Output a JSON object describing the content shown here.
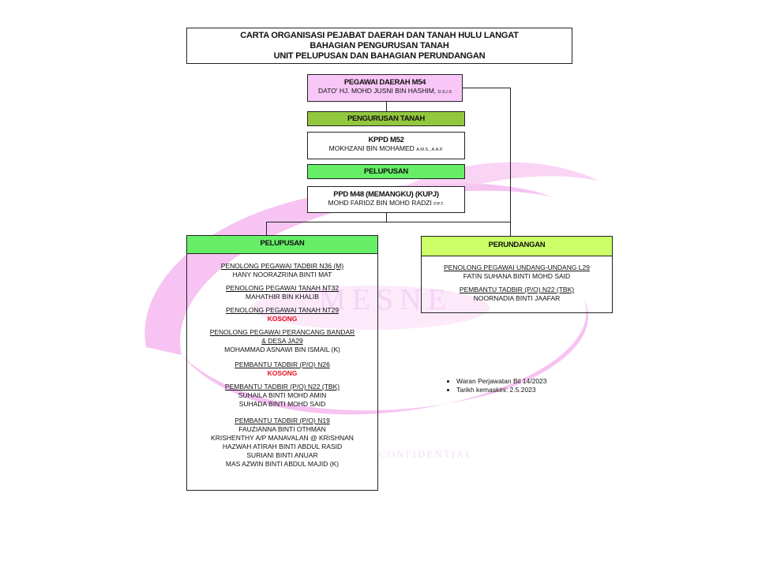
{
  "title": {
    "line1": "CARTA  ORGANISASI  PEJABAT DAERAH DAN TANAH HULU LANGAT",
    "line2": "BAHAGIAN PENGURUSAN TANAH",
    "line3": "UNIT PELUPUSAN  DAN  BAHAGIAN PERUNDANGAN"
  },
  "watermark": {
    "brand": "MESNE",
    "tagline": "CONFIDENTIAL"
  },
  "pegawai_daerah": {
    "title": "PEGAWAI DAERAH M54",
    "name": "DATO' HJ. MOHD JUSNI BIN HASHIM,",
    "honorific": "D.S.I.S"
  },
  "pengurusan_tanah": {
    "label": "PENGURUSAN TANAH",
    "color": "#92c83e"
  },
  "kppd": {
    "title": "KPPD M52",
    "name": "MOKHZANI BIN MOHAMED",
    "honorific": "A.M.S., A.A.P."
  },
  "pelupusan_bar": {
    "label": "PELUPUSAN",
    "color": "#66ee66"
  },
  "ppd": {
    "title": "PPD M48 (MEMANGKU) (KUPJ)",
    "name": "MOHD FARIDZ BIN MOHD RADZI",
    "honorific": "P.P.T."
  },
  "pelupusan_unit": {
    "header": "PELUPUSAN",
    "header_color": "#66ee66",
    "groups": [
      {
        "position": "PENOLONG PEGAWAI  TADBIR N36 (M)",
        "names": [
          "HANY NOORAZRINA BINTI MAT"
        ]
      },
      {
        "position": "PENOLONG PEGAWAI  TANAH NT32",
        "names": [
          "MAHATHIR BIN KHALIB"
        ]
      },
      {
        "position": "PENOLONG PEGAWAI  TANAH NT29",
        "vacant": "KOSONG"
      },
      {
        "position": "PENOLONG PEGAWAI  PERANCANG BANDAR",
        "position2": "& DESA  JA29",
        "names": [
          "MOHAMMAD ASNAWI BIN  ISMAIL  (K)"
        ]
      },
      {
        "position": "PEMBANTU TADBIR (P/O) N26",
        "vacant": "KOSONG"
      },
      {
        "position": "PEMBANTU TADBIR (P/O) N22 (TBK)",
        "names": [
          "SUHAILA BINTI  MOHD AMIN",
          "SUHADA BINTI  MOHD SAID"
        ]
      },
      {
        "position": "PEMBANTU TADBIR (P/O) N19",
        "names": [
          "FAUZIANNA BINTI  OTHMAN",
          "KRISHENTHY A/P MANAVALAN @ KRISHNAN",
          "HAZWAH ATIRAH BINTI  ABDUL RASID",
          "SURIANI BINTI  ANUAR",
          "MAS AZWIN BINTI  ABDUL MAJID (K)"
        ]
      }
    ]
  },
  "perundangan_unit": {
    "header": "PERUNDANGAN",
    "header_color": "#ccff66",
    "groups": [
      {
        "position": "PENOLONG PEGAWAI  UNDANG-UNDANG L29",
        "names": [
          "FATIN SUHANA BINTI MOHD SAID"
        ]
      },
      {
        "position": "PEMBANTU TADBIR (P/O) N22 (TBK)",
        "names": [
          "NOORNADIA BINTI  JAAFAR"
        ]
      }
    ]
  },
  "notes": [
    "Waran Perjawatan Bil 14/2023",
    "Tarikh kemaskini: 2.5.2023"
  ]
}
